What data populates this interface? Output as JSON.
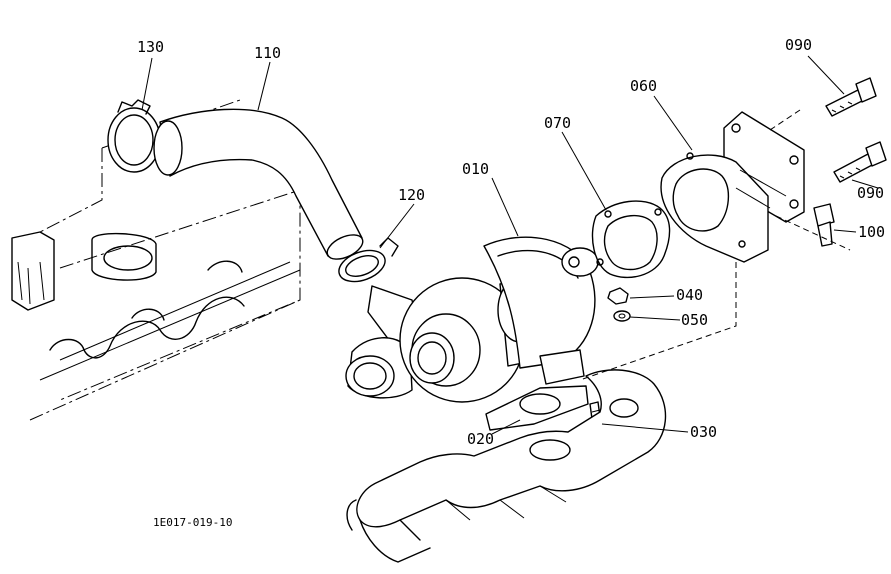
{
  "diagram_code": "1E017-019-10",
  "parts": [
    {
      "id": "p010",
      "label": "010"
    },
    {
      "id": "p020",
      "label": "020"
    },
    {
      "id": "p030",
      "label": "030"
    },
    {
      "id": "p040",
      "label": "040"
    },
    {
      "id": "p050",
      "label": "050"
    },
    {
      "id": "p060",
      "label": "060"
    },
    {
      "id": "p070",
      "label": "070"
    },
    {
      "id": "p090a",
      "label": "090"
    },
    {
      "id": "p090b",
      "label": "090"
    },
    {
      "id": "p100",
      "label": "100"
    },
    {
      "id": "p110",
      "label": "110"
    },
    {
      "id": "p120",
      "label": "120"
    },
    {
      "id": "p130",
      "label": "130"
    }
  ]
}
